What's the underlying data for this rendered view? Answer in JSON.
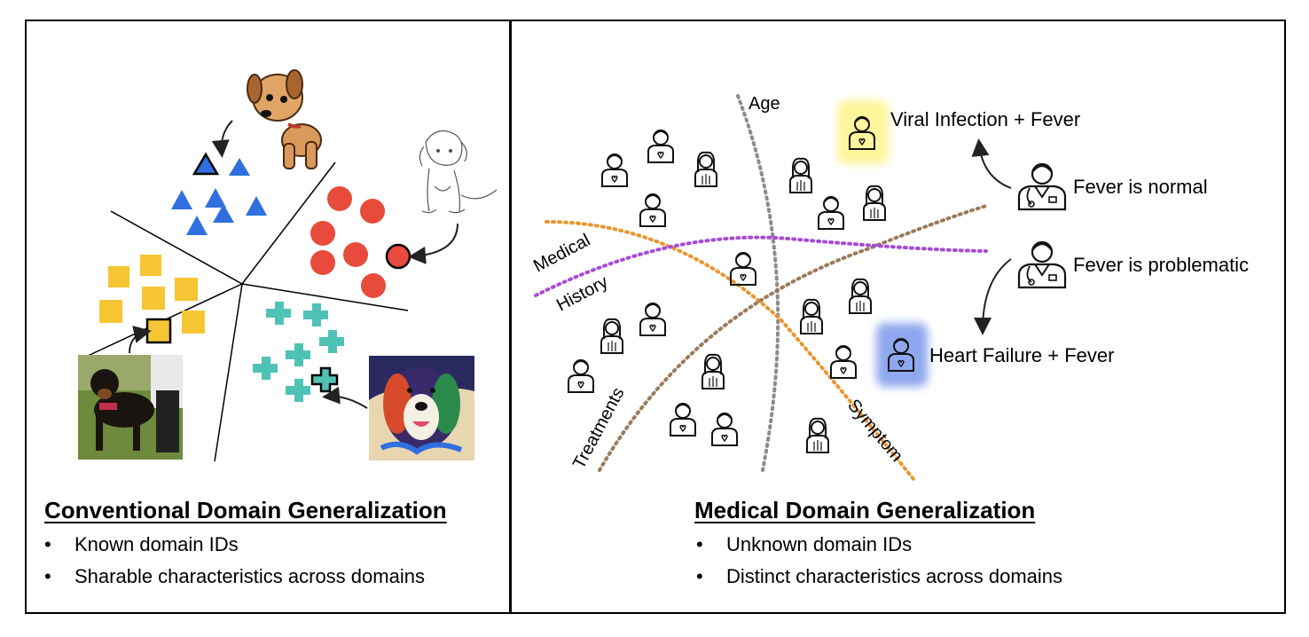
{
  "left_panel": {
    "heading": "Conventional Domain Generalization",
    "bullets": [
      "Known domain IDs",
      "Sharable characteristics across domains"
    ]
  },
  "right_panel": {
    "heading": "Medical Domain Generalization",
    "bullets": [
      "Unknown domain IDs",
      "Distinct characteristics across domains"
    ],
    "axis_labels": {
      "age": "Age",
      "medical": "Medical",
      "history": "History",
      "treatments": "Treatments",
      "symptom": "Symptom"
    },
    "outcomes": {
      "viral": "Viral Infection + Fever",
      "normal": "Fever is normal",
      "problematic": "Fever is problematic",
      "heart": "Heart Failure + Fever"
    }
  },
  "colors": {
    "triangle": "#2f6fe0",
    "circle": "#e84a3c",
    "square": "#f5c534",
    "cross": "#4fc2b6",
    "age_line": "#8c8c8c",
    "symptom_line": "#e8962f",
    "treatments_line": "#9a7a5a",
    "history_line": "#a64bd6",
    "highlight_yellow": "#fff59a",
    "highlight_blue": "#8fa7ee"
  }
}
